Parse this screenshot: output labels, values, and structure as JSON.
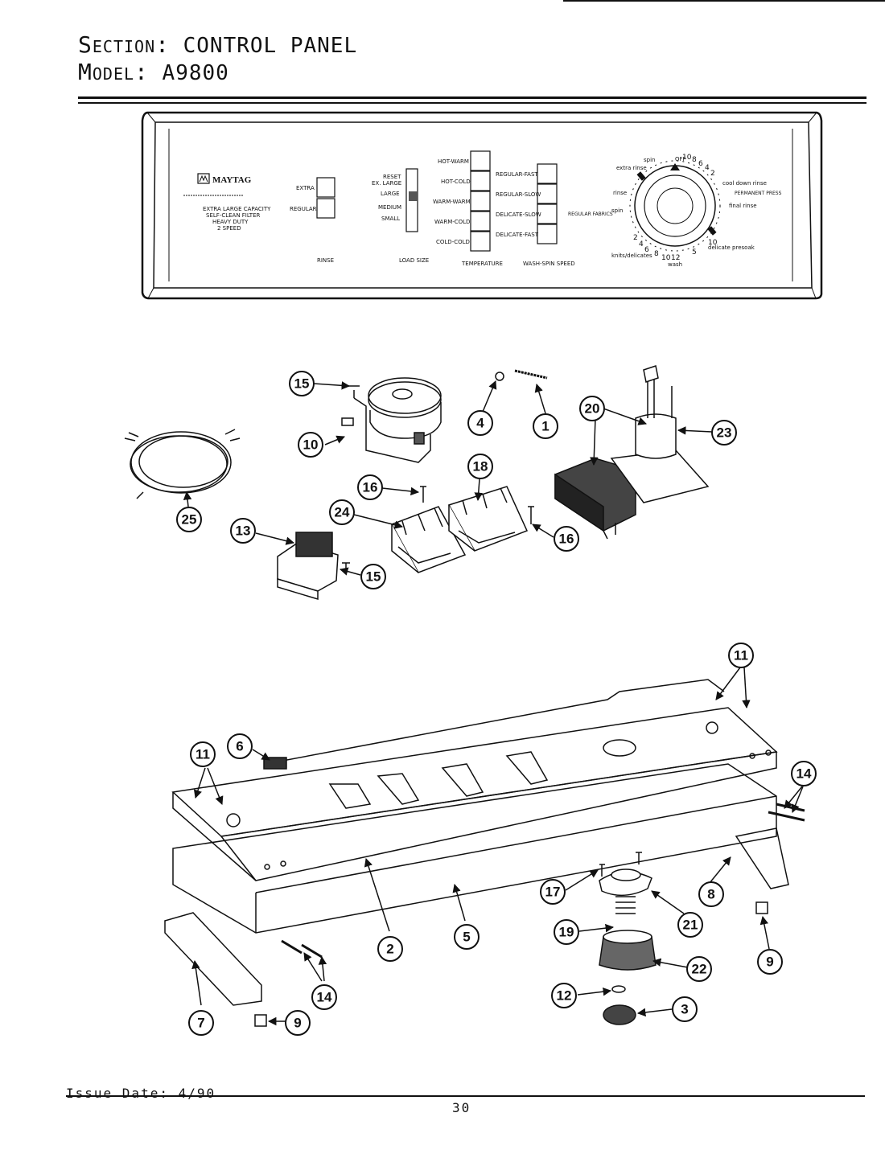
{
  "header": {
    "section_key": "Section:",
    "section_value": "CONTROL PANEL",
    "model_key": "Model:",
    "model_value": "A9800"
  },
  "panel": {
    "brand": "MAYTAG",
    "description": [
      "EXTRA LARGE CAPACITY",
      "SELF-CLEAN FILTER",
      "HEAVY DUTY",
      "2 SPEED"
    ],
    "rinse_options": [
      "EXTRA",
      "REGULAR"
    ],
    "load_size_options": [
      "RESET",
      "EX. LARGE",
      "LARGE",
      "MEDIUM",
      "SMALL"
    ],
    "temperature_options": [
      "HOT-WARM",
      "HOT-COLD",
      "WARM-WARM",
      "WARM-COLD",
      "COLD-COLD"
    ],
    "speed_options": [
      "REGULAR-FAST",
      "REGULAR-SLOW",
      "DELICATE-SLOW",
      "DELICATE-FAST"
    ],
    "group_labels": [
      "RINSE",
      "LOAD SIZE",
      "TEMPERATURE",
      "WASH-SPIN SPEED"
    ],
    "dial_labels": [
      "OFF",
      "spin",
      "extra rinse",
      "rinse",
      "spin",
      "cool down rinse",
      "PERMANENT PRESS",
      "final rinse",
      "REGULAR FABRICS",
      "knits/delicates",
      "delicate presoak",
      "wash"
    ],
    "dial_numbers": [
      "10",
      "8",
      "6",
      "4",
      "2",
      "2",
      "4",
      "6",
      "8",
      "10",
      "12",
      "5",
      "10"
    ]
  },
  "callouts": [
    "15",
    "4",
    "1",
    "20",
    "23",
    "10",
    "25",
    "16",
    "18",
    "24",
    "13",
    "15",
    "16",
    "11",
    "6",
    "11",
    "14",
    "17",
    "8",
    "21",
    "19",
    "22",
    "9",
    "2",
    "5",
    "12",
    "3",
    "7",
    "9",
    "14"
  ],
  "footer": {
    "issue": "Issue Date: 4/90",
    "page": "30"
  }
}
